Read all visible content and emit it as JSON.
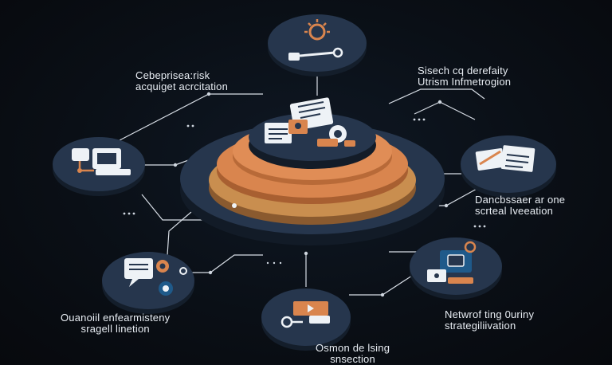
{
  "colors": {
    "background": "#0a0f16",
    "node_fill": "#26364d",
    "node_shadow": "#141e2b",
    "accent_orange": "#d9854e",
    "accent_tan": "#c98e4f",
    "line": "#d7dde5",
    "icon_light": "#eef2f6"
  },
  "center": {
    "icons": [
      "document-icon",
      "lock-icon",
      "gear-shield-icon"
    ]
  },
  "nodes": [
    {
      "id": "top",
      "icon": "sun-key-icon"
    },
    {
      "id": "left",
      "icon": "device-link-icon"
    },
    {
      "id": "right",
      "icon": "documents-icon"
    },
    {
      "id": "bottom-left",
      "icon": "chat-shield-icon"
    },
    {
      "id": "bottom",
      "icon": "video-key-icon"
    },
    {
      "id": "bottom-right",
      "icon": "secure-card-icon"
    }
  ],
  "labels": {
    "top_left": "Cebeprisea:risk\nacquiget acrcitation",
    "top_right": "Sisech cq derefaity\nUtrism Infmetrogion",
    "right": "Dancbssaer ar one\nscrteal Iveeation",
    "bottom_left": "Ouanoiil enfearmisteny\nsragell linetion",
    "bottom": "Osmon de lsing\nsnsection",
    "bottom_right": "Netwrof ting 0uriny\nstrategiliivation"
  }
}
